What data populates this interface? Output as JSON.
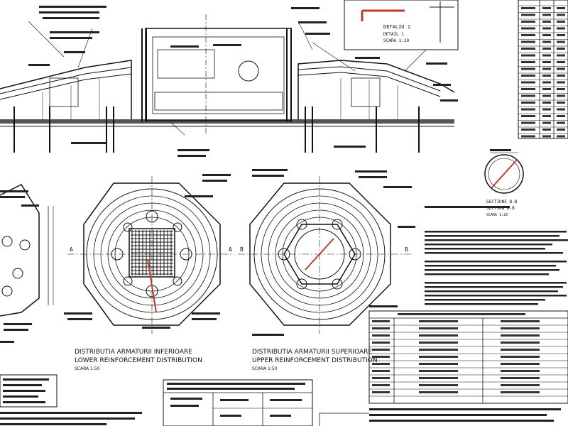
{
  "drawing": {
    "detail": {
      "title": "DETALIU 1",
      "subtitle": "DETAIL 1",
      "scale": "SCARA 1:20"
    },
    "section_bb": {
      "title": "SECTIUNE B-B",
      "subtitle": "SECTION B-B",
      "scale": "SCARA 1:20"
    },
    "lower_plan": {
      "title": "DISTRIBUTIA ARMATURII INFERIOARE",
      "subtitle": "LOWER REINFORCEMENT DISTRIBUTION",
      "scale": "SCARA 1:50"
    },
    "upper_plan": {
      "title": "DISTRIBUTIA ARMATURII SUPERIOARE",
      "subtitle": "UPPER REINFORCEMENT DISTRIBUTION",
      "scale": "SCARA 1:50"
    },
    "section_marks": {
      "a": "A",
      "b": "B"
    }
  }
}
